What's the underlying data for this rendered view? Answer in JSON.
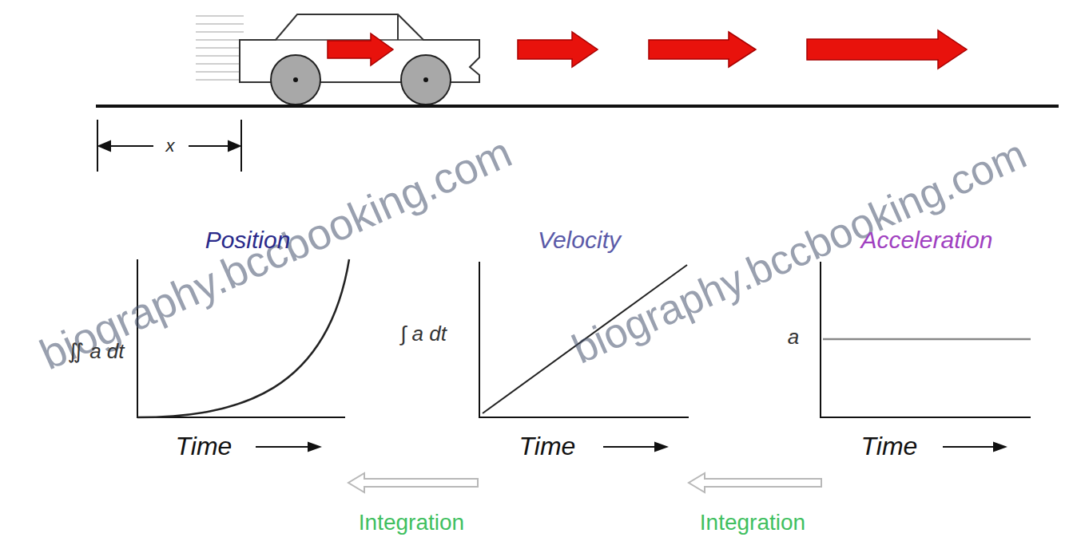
{
  "diagram": {
    "labels": [
      "biography.bccbooking.com",
      "biography.bccbooking.com",
      "x",
      "Position",
      "Velocity",
      "Acceleration",
      "∬ a dt",
      "∫ a dt",
      "a",
      "Time",
      "Time",
      "Time",
      "Integration",
      "Integration"
    ]
  }
}
